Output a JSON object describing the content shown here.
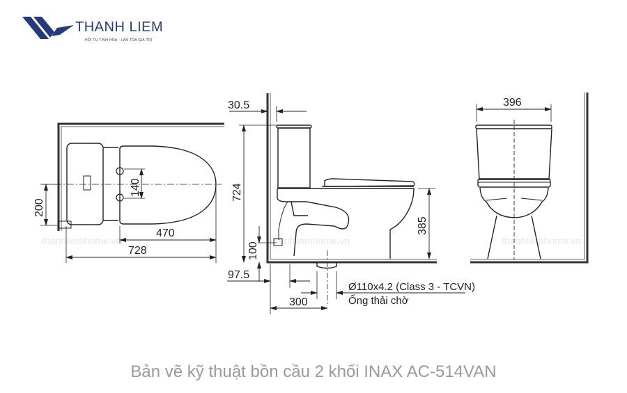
{
  "brand": {
    "name": "THANH LIEM",
    "tagline": "HỘI TỤ TINH HOA - LAN TỎA GIÁ TRỊ",
    "color": "#243a7a"
  },
  "watermark": "thanhliemhome.vn",
  "top_view": {
    "dim_200": "200",
    "dim_140": "140",
    "dim_470": "470",
    "dim_728": "728"
  },
  "side_view": {
    "dim_30_5": "30.5",
    "dim_724": "724",
    "dim_385": "385",
    "dim_100": "100",
    "dim_97_5": "97.5",
    "dim_300": "300",
    "pipe_spec": "Ø110x4.2 (Class 3 - TCVN)",
    "pipe_label": "Ống thải chờ"
  },
  "front_view": {
    "dim_396": "396"
  },
  "caption": "Bản vẽ kỹ thuật bồn cầu 2 khối INAX AC-514VAN"
}
